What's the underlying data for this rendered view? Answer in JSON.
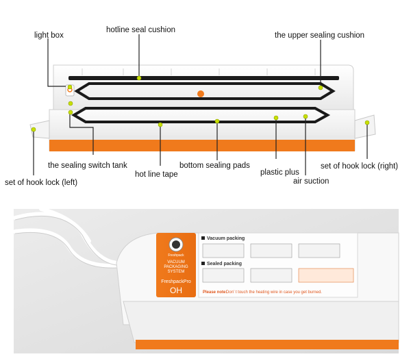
{
  "labels": {
    "light_box": "light box",
    "hotline_seal_cushion": "hotline seal cushion",
    "upper_sealing_cushion": "the upper sealing cushion",
    "sealing_switch_tank": "the sealing switch tank",
    "bottom_sealing_pads": "bottom sealing pads",
    "set_hook_lock_right": "set of hook lock (right)",
    "set_hook_lock_left": "set of hook lock (left)",
    "hot_line_tape": "hot line tape",
    "plastic_plus": "plastic plus",
    "air_suction": "air suction"
  },
  "panel": {
    "logo_text": "Freshpack",
    "system_line1": "VACUUM",
    "system_line2": "PACKAGING",
    "system_line3": "SYSTEM",
    "model": "FreshpackPro",
    "mode": "OH",
    "vacuum_heading": "Vacuum packing",
    "sealed_heading": "Sealed packing",
    "warning_prefix": "Please note:",
    "warning_text": "Don' t touch the heating wire in case you get burned."
  },
  "colors": {
    "orange": "#f07a1c",
    "marker": "#c8e000",
    "body": "#f6f6f6",
    "gasket": "#1a1a1a"
  }
}
